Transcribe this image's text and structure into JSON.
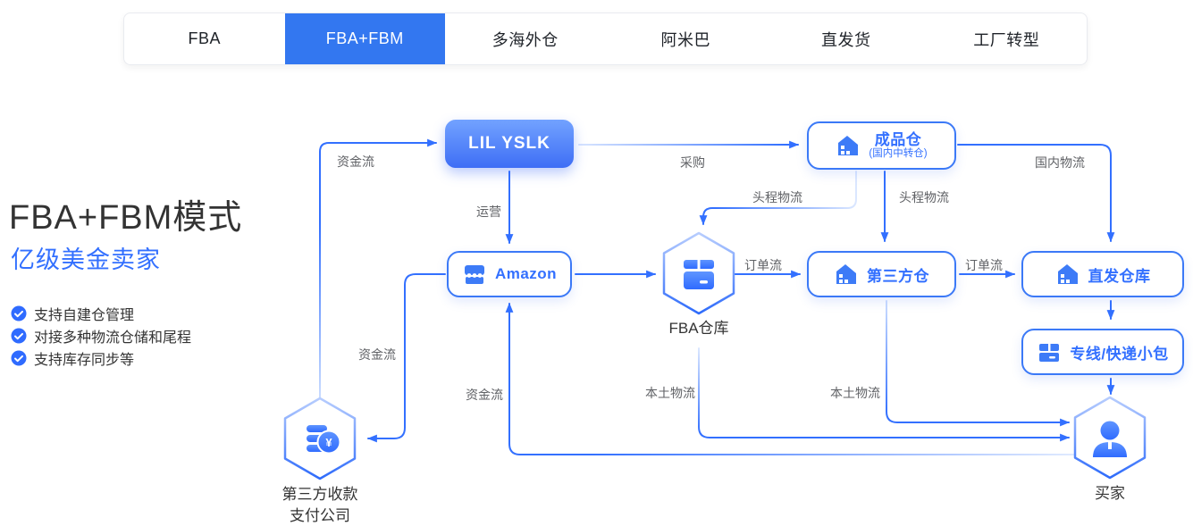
{
  "tabs": {
    "active_index": 1,
    "items": [
      {
        "label": "FBA"
      },
      {
        "label": "FBA+FBM"
      },
      {
        "label": "多海外仓"
      },
      {
        "label": "阿米巴"
      },
      {
        "label": "直发货"
      },
      {
        "label": "工厂转型"
      }
    ]
  },
  "panel": {
    "title": "FBA+FBM模式",
    "subtitle": "亿级美金卖家",
    "features": [
      {
        "text": "支持自建仓管理"
      },
      {
        "text": "对接多种物流仓储和尾程"
      },
      {
        "text": "支持库存同步等"
      }
    ]
  },
  "diagram": {
    "nodes": {
      "lil_yslk": {
        "label": "LIL YSLK"
      },
      "finished_goods_warehouse": {
        "title": "成品仓",
        "subtitle": "(国内中转仓)",
        "icon": "warehouse-icon"
      },
      "amazon": {
        "label": "Amazon",
        "icon": "storefront-icon"
      },
      "fba_warehouse": {
        "label": "FBA仓库",
        "icon": "package-icon"
      },
      "third_party_warehouse": {
        "label": "第三方仓",
        "icon": "warehouse-icon"
      },
      "direct_ship_warehouse": {
        "label": "直发仓库",
        "icon": "warehouse-icon"
      },
      "express_line_parcel": {
        "label": "专线/快递小包",
        "icon": "package-icon"
      },
      "payment_company": {
        "label_line1": "第三方收款",
        "label_line2": "支付公司",
        "currency_symbol": "¥",
        "icon": "coins-icon"
      },
      "buyer": {
        "label": "买家",
        "icon": "person-icon"
      }
    },
    "edge_labels": {
      "funds_flow_top": "资金流",
      "purchase": "采购",
      "operation": "运营",
      "first_leg_left": "头程物流",
      "first_leg_right": "头程物流",
      "domestic_logistics": "国内物流",
      "order_flow_left": "订单流",
      "order_flow_right": "订单流",
      "funds_flow_left": "资金流",
      "funds_flow_middle": "资金流",
      "local_logistics_left": "本土物流",
      "local_logistics_right": "本土物流"
    },
    "colors": {
      "primary": "#3370ff",
      "tab_active_bg": "#3377f0",
      "tab_active_text": "#ffffff",
      "edge_label_text": "#606266",
      "heading_text": "#333333"
    }
  }
}
